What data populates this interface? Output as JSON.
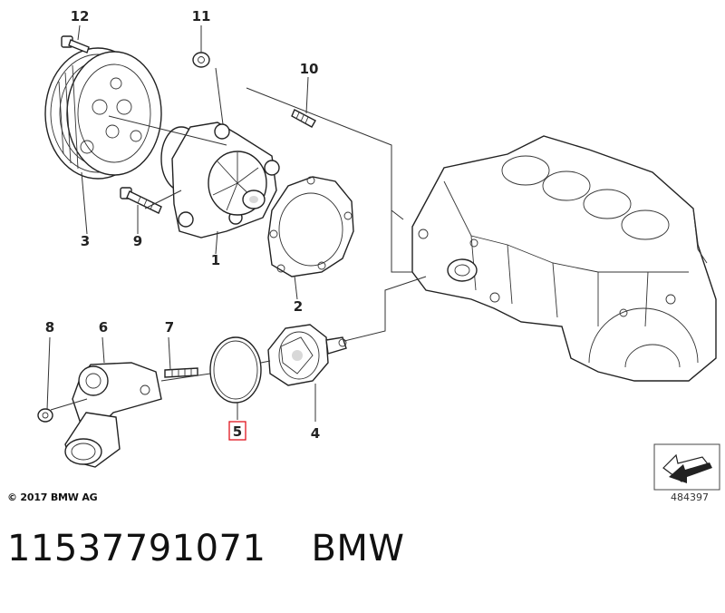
{
  "diagram": {
    "callouts": [
      {
        "id": "c12",
        "label": "12"
      },
      {
        "id": "c11",
        "label": "11"
      },
      {
        "id": "c10",
        "label": "10"
      },
      {
        "id": "c3",
        "label": "3"
      },
      {
        "id": "c9",
        "label": "9"
      },
      {
        "id": "c1",
        "label": "1"
      },
      {
        "id": "c2",
        "label": "2"
      },
      {
        "id": "c8",
        "label": "8"
      },
      {
        "id": "c6",
        "label": "6"
      },
      {
        "id": "c7",
        "label": "7"
      },
      {
        "id": "c5",
        "label": "5"
      },
      {
        "id": "c4",
        "label": "4"
      }
    ],
    "highlight_color": "#e0141e",
    "copyright": "© 2017 BMW AG",
    "diagram_number": "484397"
  },
  "caption": {
    "part_number": "11537791071",
    "brand": "BMW"
  }
}
